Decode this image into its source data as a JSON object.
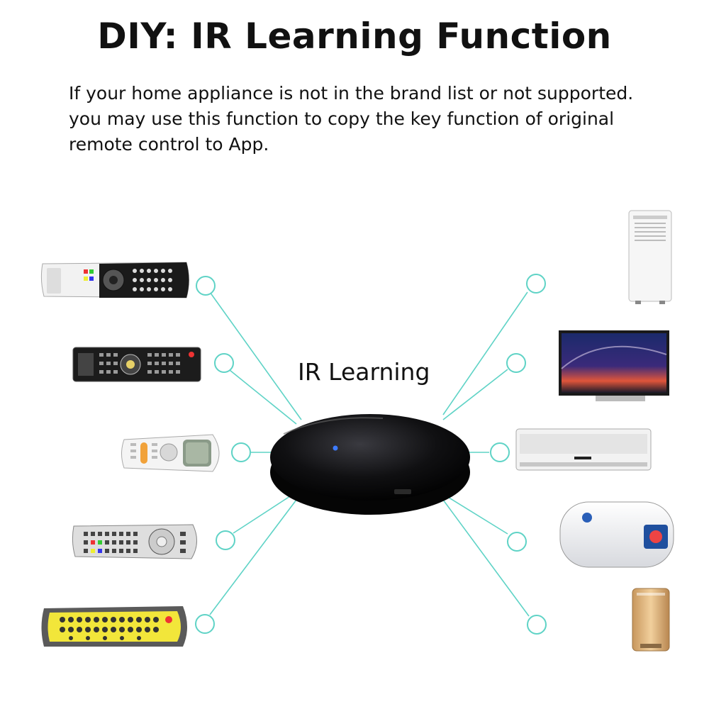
{
  "header": {
    "title": "DIY: IR Learning Function"
  },
  "description": {
    "lines": [
      "If your home appliance is not in the brand list or not supported.",
      "you may use this function to copy the key function of original",
      "remote control to App."
    ]
  },
  "hub": {
    "label": "IR Learning"
  },
  "colors": {
    "connector": "#5fd3c6",
    "hub": "#0c0c0e",
    "led": "#3d7bff",
    "text": "#111111"
  }
}
